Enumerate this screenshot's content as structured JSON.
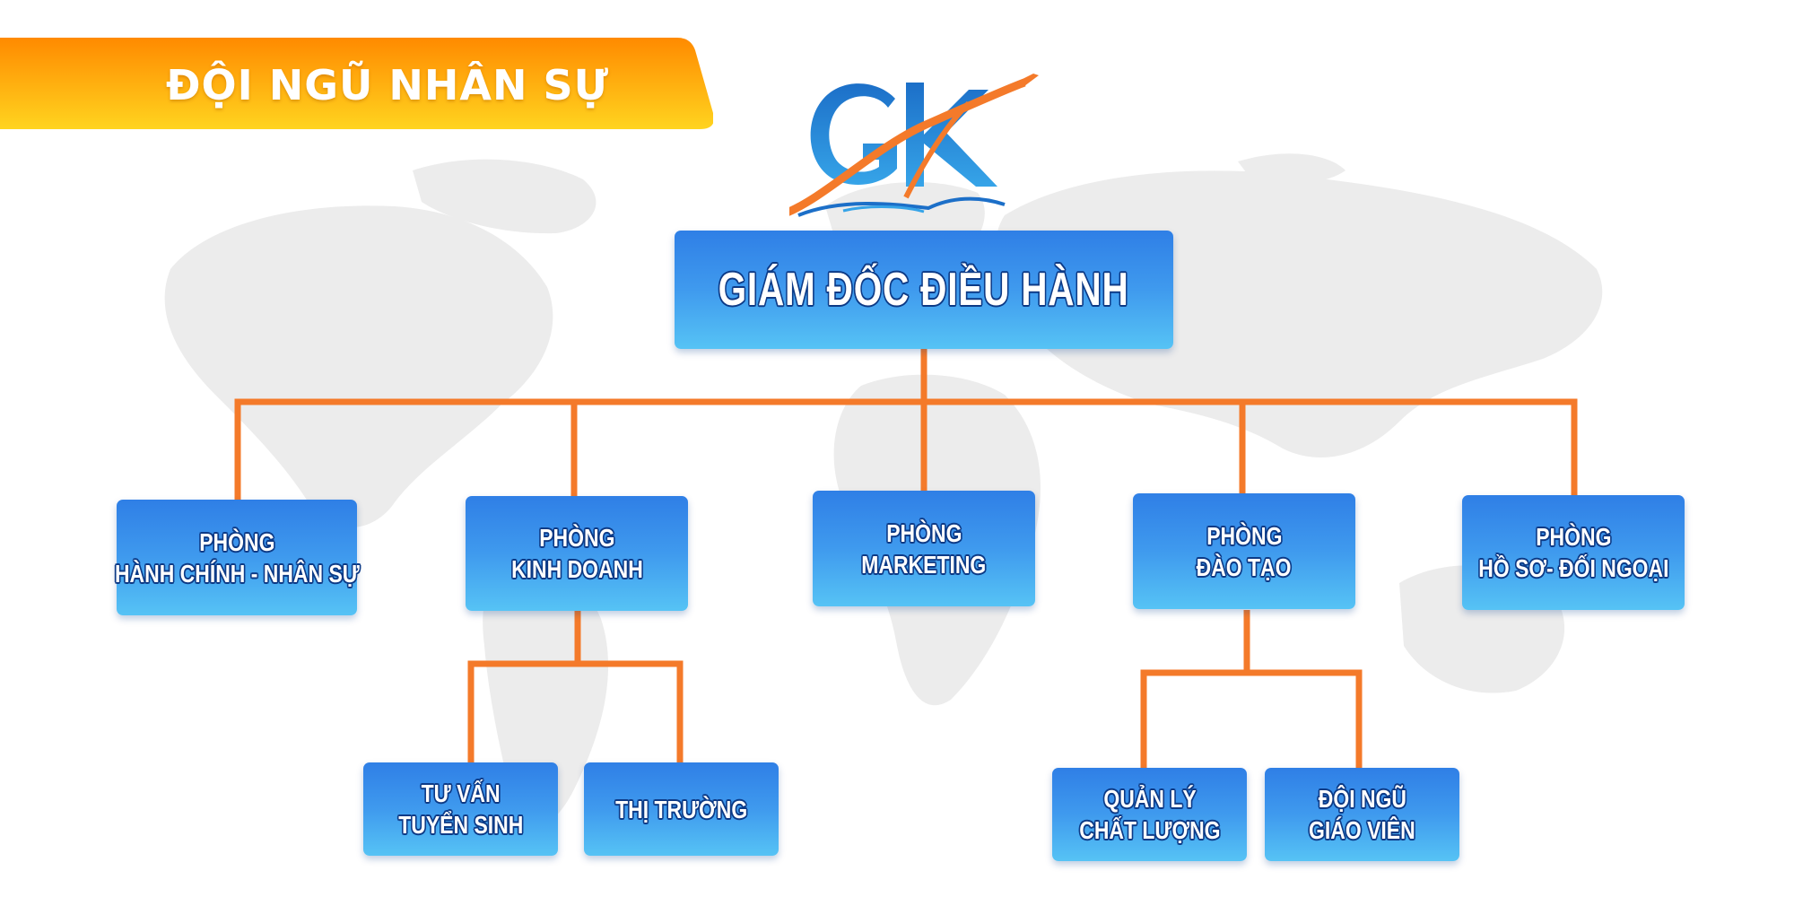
{
  "header": {
    "title": "ĐỘI NGŨ NHÂN SỰ"
  },
  "logo": {
    "text": "GK"
  },
  "colors": {
    "banner_start": "#ff8a00",
    "banner_end": "#ffd41f",
    "connector": "#f47a2a",
    "box_top": "#2f7fe6",
    "box_bottom": "#56c3f5",
    "text_outline": "#0d3a86"
  },
  "org": {
    "director": {
      "label": "GIÁM ĐỐC ĐIỀU HÀNH"
    },
    "departments": [
      {
        "line1": "PHÒNG",
        "line2": "HÀNH CHÍNH - NHÂN SỰ"
      },
      {
        "line1": "PHÒNG",
        "line2": "KINH DOANH"
      },
      {
        "line1": "PHÒNG",
        "line2": "MARKETING"
      },
      {
        "line1": "PHÒNG",
        "line2": "ĐÀO TẠO"
      },
      {
        "line1": "PHÒNG",
        "line2": "HỒ SƠ- ĐỐI NGOẠI"
      }
    ],
    "sales_units": [
      {
        "line1": "TƯ VẤN",
        "line2": "TUYỂN SINH"
      },
      {
        "line1": "THỊ TRƯỜNG",
        "line2": ""
      }
    ],
    "training_units": [
      {
        "line1": "QUẢN LÝ",
        "line2": "CHẤT LƯỢNG"
      },
      {
        "line1": "ĐỘI NGŨ",
        "line2": "GIÁO VIÊN"
      }
    ]
  }
}
